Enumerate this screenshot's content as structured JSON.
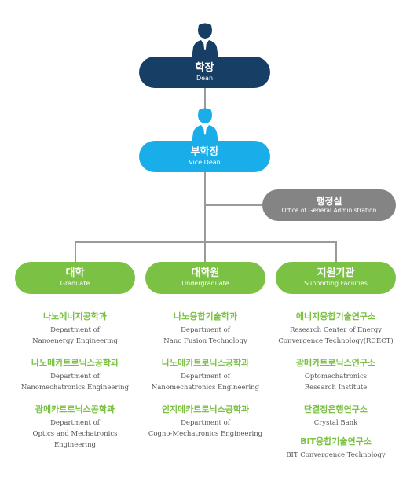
{
  "dean": {
    "ko": "학장",
    "en": "Dean",
    "color": "#173e64"
  },
  "vice_dean": {
    "ko": "부학장",
    "en": "Vice Dean",
    "color": "#19aee9"
  },
  "admin_office": {
    "ko": "행정실",
    "en": "Office of General Administration",
    "color": "#848484"
  },
  "columns": [
    {
      "ko": "대학",
      "en": "Graduate",
      "color": "#7bc143",
      "items": [
        {
          "ko": "나노에너지공학과",
          "en": [
            "Department of",
            "Nanoenergy Engineering"
          ]
        },
        {
          "ko": "나노메카트로닉스공학과",
          "en": [
            "Department of",
            "Nanomechatronics Engineering"
          ]
        },
        {
          "ko": "광메카트로닉스공학과",
          "en": [
            "Department of",
            "Optics and Mechatronics",
            "Engineering"
          ]
        }
      ]
    },
    {
      "ko": "대학원",
      "en": "Undergraduate",
      "color": "#7bc143",
      "items": [
        {
          "ko": "나노융합기술학과",
          "en": [
            "Department of",
            "Nano Fusion Technology"
          ]
        },
        {
          "ko": "나노메카트로닉스공학과",
          "en": [
            "Department of",
            "Nanomechatronics Engineering"
          ]
        },
        {
          "ko": "인지메카트로닉스공학과",
          "en": [
            "Department of",
            "Cogno-Mechatronics Engineering"
          ]
        }
      ]
    },
    {
      "ko": "지원기관",
      "en": "Supporting Facilities",
      "color": "#7bc143",
      "items": [
        {
          "ko": "에너지융합기술연구소",
          "en": [
            "Research Center of Energy",
            "Convergence Technology(RCECT)"
          ]
        },
        {
          "ko": "광메카트로닉스연구소",
          "en": [
            "Optomechatronics",
            "Research Institute"
          ]
        },
        {
          "ko": "단결정은행연구소",
          "en": [
            "Crystal Bank"
          ]
        },
        {
          "ko": "BIT융합기술연구소",
          "en": [
            "BIT Convergence Technology"
          ]
        }
      ]
    }
  ]
}
